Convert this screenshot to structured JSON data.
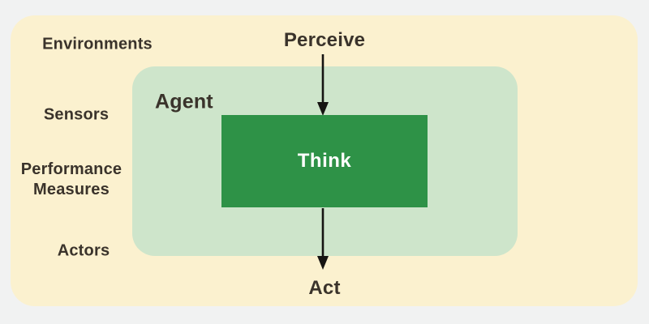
{
  "colors": {
    "canvas_bg": "#f1f2f2",
    "environment_bg": "#fbf1cf",
    "agent_bg": "#cee5cb",
    "think_bg": "#2e9247",
    "label_text": "#3a332b",
    "think_text": "#ffffff",
    "arrow": "#161412"
  },
  "diagram": {
    "environment_labels": {
      "environments": "Environments",
      "sensors": "Sensors",
      "performance_line1": "Performance",
      "performance_line2": "Measures",
      "actors": "Actors"
    },
    "agent_label": "Agent",
    "think_label": "Think",
    "perceive_label": "Perceive",
    "act_label": "Act"
  }
}
